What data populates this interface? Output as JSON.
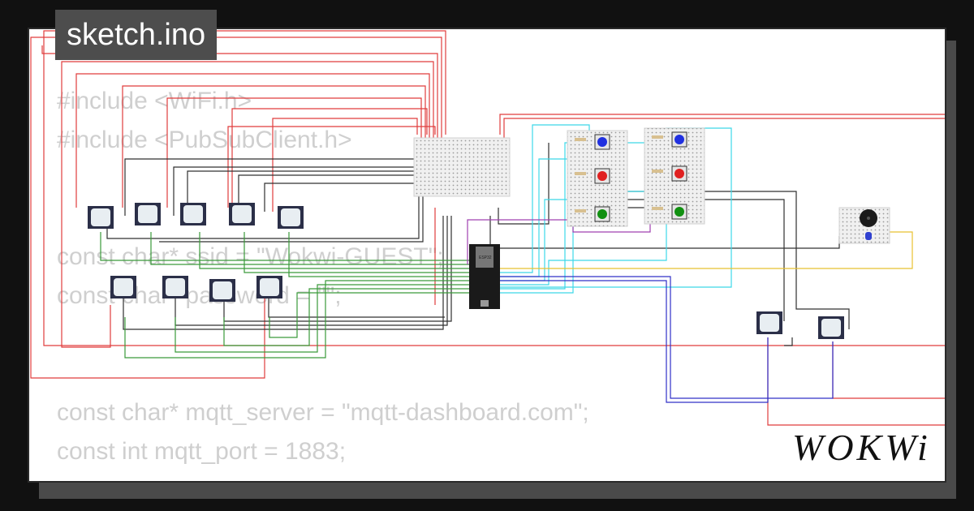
{
  "window": {
    "title": "sketch.ino"
  },
  "code_lines": [
    "#include <WiFi.h>",
    "#include <PubSubClient.h>",
    "",
    "",
    "const char* ssid = \"Wokwi-GUEST\";",
    "const char* password = \"\";",
    "",
    "",
    "const char* mqtt_server = \"mqtt-dashboard.com\";",
    "const int mqtt_port = 1883;"
  ],
  "brand": {
    "logo_text": "WOKWi"
  },
  "board": {
    "label": "ESP32"
  },
  "colors": {
    "background": "#111111",
    "canvas": "#ffffff",
    "wire_red": "#e03c3c",
    "wire_black": "#303030",
    "wire_green": "#3a9a3a",
    "wire_cyan": "#3cd8e8",
    "wire_blue": "#3030c8",
    "wire_purple": "#a040b0",
    "wire_yellow": "#e8c030"
  },
  "components": {
    "pir_sensors": 11,
    "pushbuttons": [
      "blue",
      "red",
      "green",
      "blue",
      "red",
      "green"
    ],
    "breadboards": 4,
    "buzzer": 1
  }
}
